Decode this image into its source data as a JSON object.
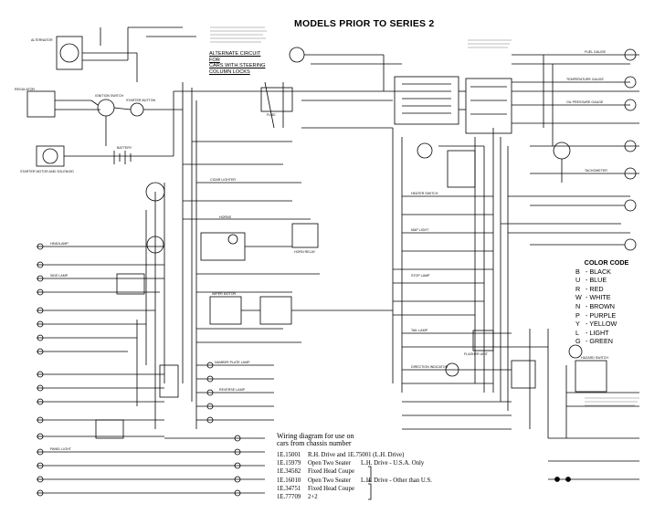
{
  "title": "MODELS PRIOR TO SERIES 2",
  "alternate_circuit": {
    "lines": [
      "ALTERNATE CIRCUIT FOR",
      "CARS WITH STEERING",
      "COLUMN LOCKS"
    ]
  },
  "color_code": {
    "title": "COLOR CODE",
    "entries": [
      {
        "letter": "B",
        "name": "BLACK"
      },
      {
        "letter": "U",
        "name": "BLUE"
      },
      {
        "letter": "R",
        "name": "RED"
      },
      {
        "letter": "W",
        "name": "WHITE"
      },
      {
        "letter": "N",
        "name": "BROWN"
      },
      {
        "letter": "P",
        "name": "PURPLE"
      },
      {
        "letter": "Y",
        "name": "YELLOW"
      },
      {
        "letter": "L",
        "name": "LIGHT"
      },
      {
        "letter": "G",
        "name": "GREEN"
      }
    ]
  },
  "wiring_note": {
    "lines": [
      "Wiring diagram for use on",
      "cars from chassis number"
    ]
  },
  "chassis_table": [
    {
      "number": "1E.15001",
      "desc": "R.H. Drive and 1E.75001 (L.H. Drive)"
    },
    {
      "number": "1E.15979",
      "desc": "Open Two Seater"
    },
    {
      "number": "1E.34582",
      "desc": "Fixed Head Coupe"
    },
    {
      "number": "1E.16010",
      "desc": "Open Two Seater"
    },
    {
      "number": "1E.34751",
      "desc": "Fixed Head Coupe"
    },
    {
      "number": "1E.77709",
      "desc": "2+2"
    }
  ],
  "chassis_brackets": [
    {
      "text": "L.H. Drive - U.S.A. Only"
    },
    {
      "text": "L.H. Drive - Other than U.S."
    }
  ],
  "labels": {
    "alternator": "ALTERNATOR",
    "regulator": "REGULATOR",
    "starter_motor": "STARTER MOTOR AND SOLENOID",
    "battery": "BATTERY",
    "ignition_switch": "IGNITION SWITCH",
    "starter_button": "STARTER BUTTON",
    "fuse_block": "FUSE",
    "headlamp": "HEADLAMP",
    "fuel_gauge": "FUEL GAUGE",
    "tachometer": "TACHOMETER",
    "horn_relay": "HORN RELAY",
    "flasher_unit": "FLASHER UNIT",
    "stop_lamp": "STOP LAMP",
    "tail_lamp": "TAIL LAMP",
    "panel_light": "PANEL LIGHT",
    "hazard_switch": "HAZARD SWITCH",
    "wiper_motor": "WIPER MOTOR",
    "direction_indicator": "DIRECTION INDICATOR",
    "temp_gauge": "TEMPERATURE GAUGE",
    "oil_gauge": "OIL PRESSURE GAUGE",
    "heater_switch": "HEATER SWITCH",
    "map_light": "MAP LIGHT",
    "number_plate": "NUMBER PLATE LAMP",
    "reverse_lamp": "REVERSE LAMP",
    "side_lamp": "SIDE LAMP",
    "cigar_lighter": "CIGAR LIGHTER",
    "horns": "HORNS"
  }
}
